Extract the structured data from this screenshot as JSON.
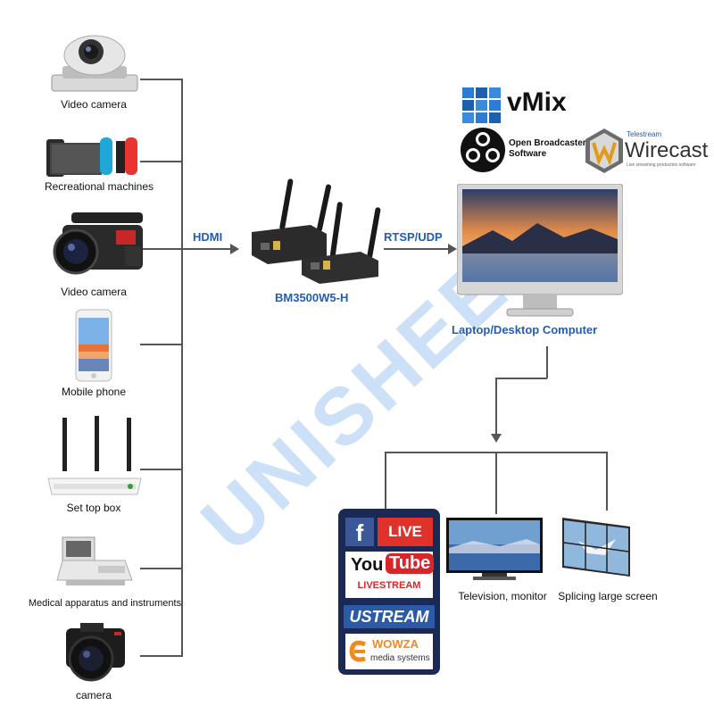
{
  "sources": [
    {
      "label": "Video camera",
      "icon": "ptz-camera-icon"
    },
    {
      "label": "Recreational machines",
      "icon": "game-console-icon"
    },
    {
      "label": "Video camera",
      "icon": "camcorder-icon"
    },
    {
      "label": "Mobile phone",
      "icon": "mobile-phone-icon"
    },
    {
      "label": "Set top box",
      "icon": "router-icon"
    },
    {
      "label": "Medical apparatus and instruments",
      "icon": "medical-device-icon"
    },
    {
      "label": "camera",
      "icon": "dslr-camera-icon"
    }
  ],
  "link_hdmi": "HDMI",
  "encoder_label": "BM3500W5-H",
  "link_rtsp": "RTSP/UDP",
  "computer_label": "Laptop/Desktop Computer",
  "software": {
    "vmix": "vMix",
    "obs_line1": "Open Broadcaster",
    "obs_line2": "Software",
    "wirecast_small": "Telestream",
    "wirecast": "Wirecast",
    "wirecast_tag": "Live streaming production software"
  },
  "platforms": {
    "facebook": "f",
    "live": "LIVE",
    "youtube_you": "You",
    "youtube_tube": "Tube",
    "livestream": "LIVESTREAM",
    "ustream": "USTREAM",
    "wowza": "WOWZA",
    "wowza_sub": "media systems"
  },
  "outputs": {
    "tv": "Television, monitor",
    "wall": "Splicing large screen"
  },
  "watermark": "UNISHEEN",
  "colors": {
    "accent_blue": "#1f5fb3",
    "facebook_blue": "#3b5998",
    "live_red": "#e0322b",
    "youtube_red": "#d9252a",
    "ustream_blue": "#2a5aa8",
    "wowza_orange": "#f08a1c"
  }
}
